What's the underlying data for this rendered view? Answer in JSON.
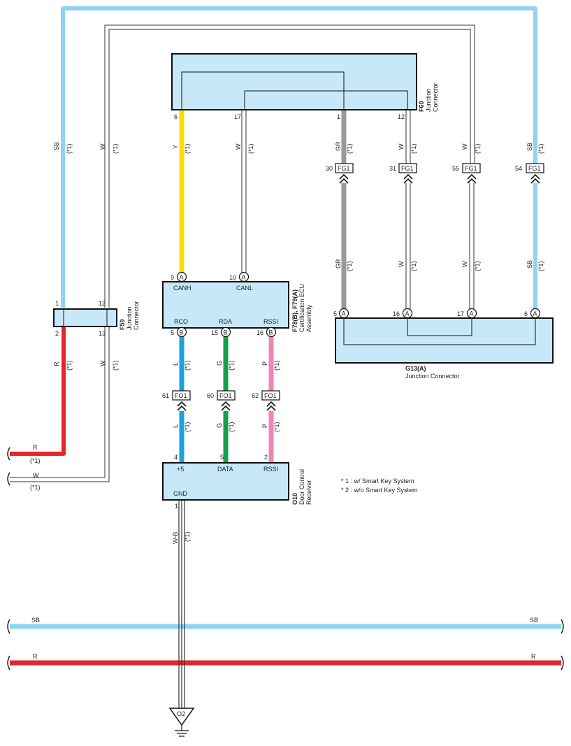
{
  "colors": {
    "SB": "#8fd3f4",
    "W": "#ffffff",
    "R": "#e3262c",
    "Y": "#ffdd00",
    "GR": "#999999",
    "L": "#1aa2de",
    "G": "#13a04a",
    "P": "#ea86b8",
    "box_fill": "#c7e8f8"
  },
  "components": {
    "f60": {
      "id": "F60",
      "name_line1": "Junction",
      "name_line2": "Connector",
      "pins": [
        "6",
        "17",
        "1",
        "12"
      ]
    },
    "f59": {
      "id": "F59",
      "name_line1": "Junction",
      "name_line2": "Connector",
      "pins": [
        "1",
        "12",
        "2",
        "13"
      ]
    },
    "ecu": {
      "id": "F78(B), F79(A)",
      "name_line1": "Certification ECU",
      "name_line2": "Assembly",
      "pins_top": [
        "9",
        "10"
      ],
      "conn_top": [
        "A",
        "A"
      ],
      "labels_top": [
        "CANH",
        "CANL"
      ],
      "pins_bottom": [
        "5",
        "15",
        "16"
      ],
      "conn_bottom": [
        "B",
        "B",
        "B"
      ],
      "labels_bottom": [
        "RCO",
        "RDA",
        "RSSI"
      ]
    },
    "g13": {
      "id": "G13(A)",
      "name": "Junction Connector",
      "pins": [
        "5",
        "16",
        "17",
        "6"
      ],
      "conn": [
        "A",
        "A",
        "A",
        "A"
      ]
    },
    "o10": {
      "id": "O10",
      "name_line1": "Door Control",
      "name_line2": "Receiver",
      "pins_top": [
        "4",
        "5",
        "2"
      ],
      "labels_top": [
        "+5",
        "DATA",
        "RSSI"
      ],
      "pin_bottom": "1",
      "label_bottom": "GND"
    },
    "o2": {
      "id": "O2"
    }
  },
  "junctions": {
    "fg1": {
      "name": "FG1",
      "pins": [
        "30",
        "31",
        "55",
        "54"
      ]
    },
    "fo1": {
      "name": "FO1",
      "pins": [
        "61",
        "60",
        "62"
      ]
    }
  },
  "wires": {
    "f59_top": [
      "SB",
      "W"
    ],
    "f59_bottom": [
      "R",
      "W"
    ],
    "f60_to_ecu": [
      "Y",
      "W"
    ],
    "f60_to_fg1": [
      "GR",
      "W",
      "W",
      "SB"
    ],
    "fg1_to_g13": [
      "GR",
      "W",
      "W",
      "SB"
    ],
    "ecu_to_fo1": [
      "L",
      "G",
      "P"
    ],
    "fo1_to_o10": [
      "L",
      "G",
      "P"
    ],
    "left_r": "R",
    "left_w": "W",
    "gnd": "W-B",
    "bus_sb": "SB",
    "bus_r": "R"
  },
  "note_mark": "(*1)",
  "legend": [
    "* 1 : w/ Smart Key System",
    "* 2 : w/o Smart Key System"
  ]
}
